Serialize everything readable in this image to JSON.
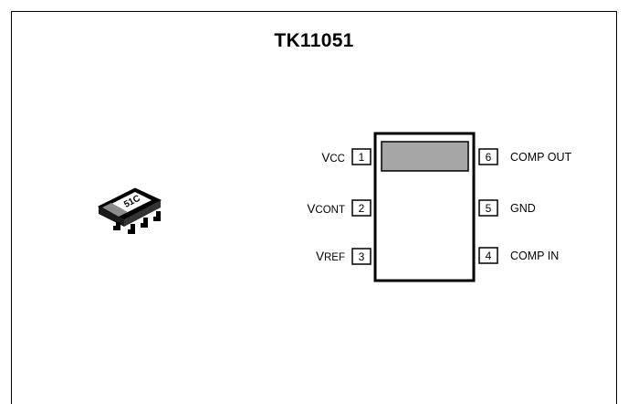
{
  "diagram": {
    "title": "TK11051",
    "package_marking": "51C",
    "pins": {
      "p1": {
        "number": "1",
        "label_main": "V",
        "label_sub": "CC"
      },
      "p2": {
        "number": "2",
        "label_main": "V",
        "label_sub": "CONT"
      },
      "p3": {
        "number": "3",
        "label_main": "V",
        "label_sub": "REF"
      },
      "p6": {
        "number": "6",
        "label": "COMP OUT"
      },
      "p5": {
        "number": "5",
        "label": "GND"
      },
      "p4": {
        "number": "4",
        "label": "COMP IN"
      }
    },
    "colors": {
      "line": "#000000",
      "marking_band": "#a6a6a6",
      "background": "#ffffff"
    }
  }
}
